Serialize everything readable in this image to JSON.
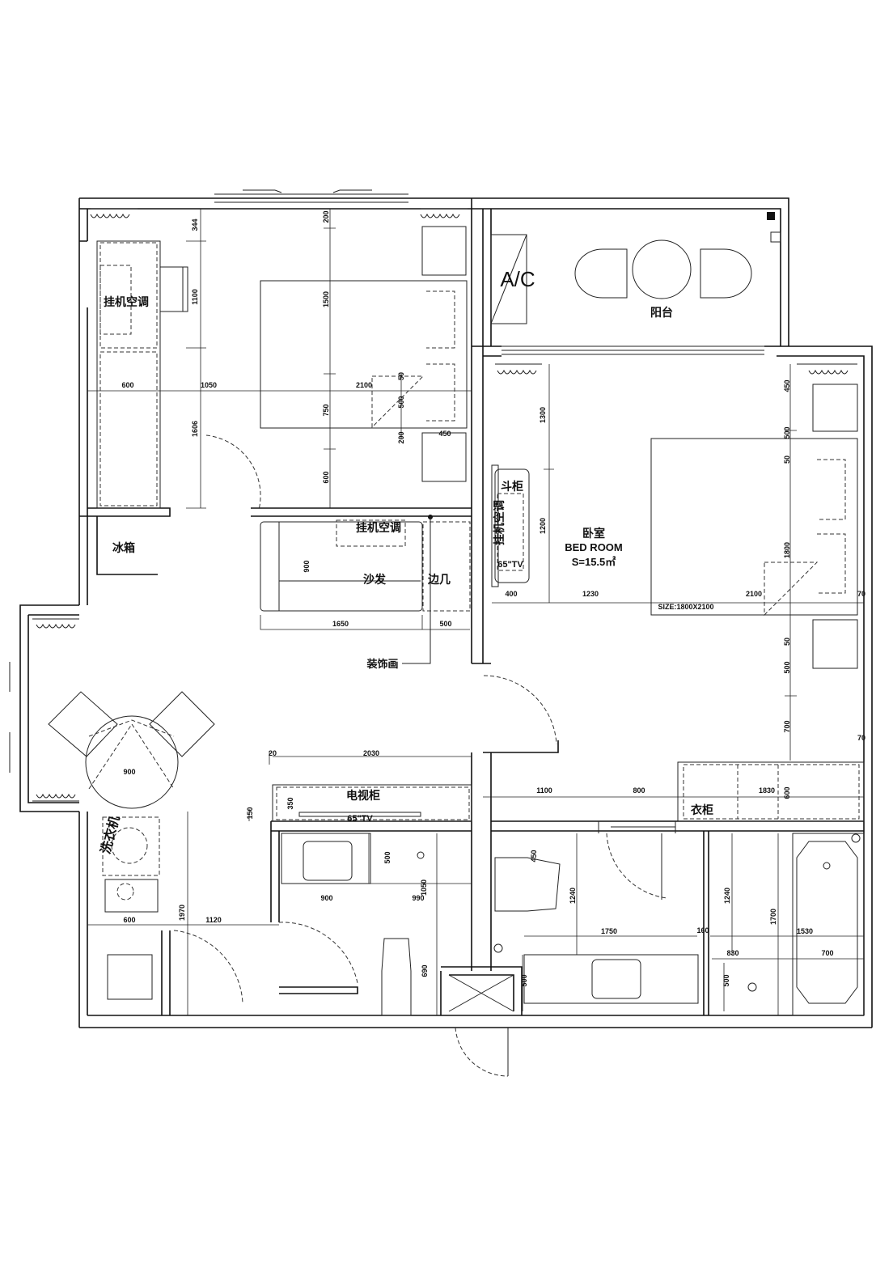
{
  "labels": {
    "ac_left": "挂机空调",
    "fridge": "冰箱",
    "ac_balcony": "A/C",
    "balcony": "阳台",
    "ac_living": "挂机空调",
    "sofa": "沙发",
    "side_table": "边几",
    "painting": "装饰画",
    "chest": "斗柜",
    "ac_bedroom": "挂机空调",
    "tv_bedroom": "65\"TV",
    "bedroom_cn": "卧室",
    "bedroom_en": "BED ROOM",
    "bedroom_area": "S=15.5㎡",
    "bed_size": "SIZE:1800X2100",
    "tv_cabinet": "电视柜",
    "tv_living": "65\"TV",
    "wardrobe": "衣柜",
    "washer": "洗衣机"
  },
  "dims": [
    "344",
    "1100",
    "1606",
    "600",
    "1050",
    "2100",
    "200",
    "1500",
    "750",
    "600",
    "50",
    "500",
    "200",
    "450",
    "900",
    "1650",
    "500",
    "1300",
    "1200",
    "400",
    "1230",
    "2100",
    "70",
    "450",
    "500",
    "50",
    "1800",
    "50",
    "500",
    "700",
    "70",
    "600",
    "900",
    "20",
    "2030",
    "350",
    "150",
    "1100",
    "800",
    "1830",
    "500",
    "1050",
    "900",
    "990",
    "600",
    "1970",
    "1120",
    "690",
    "450",
    "1240",
    "1240",
    "1750",
    "160",
    "1700",
    "1530",
    "830",
    "700",
    "500",
    "500"
  ]
}
